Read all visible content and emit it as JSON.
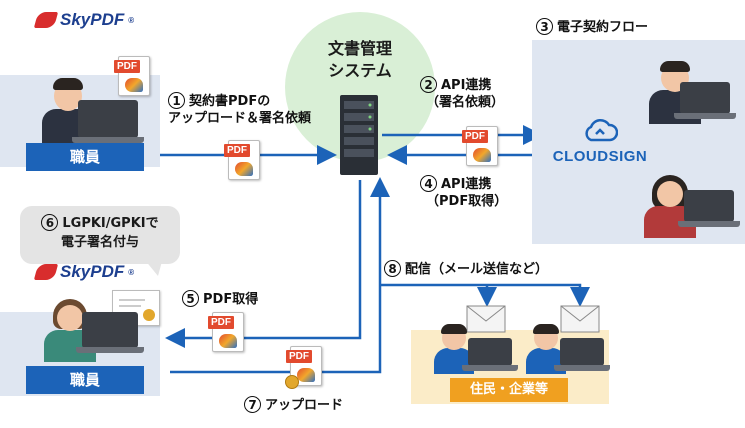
{
  "logo": {
    "name": "SkyPDF",
    "tm": "®"
  },
  "system": {
    "line1": "文書管理",
    "line2": "システム"
  },
  "steps": {
    "s1": {
      "num": "1",
      "line1": "契約書PDFの",
      "line2": "アップロード＆署名依頼"
    },
    "s2": {
      "num": "2",
      "line1": "API連携",
      "line2": "（署名依頼）"
    },
    "s3": {
      "num": "3",
      "line1": "電子契約フロー"
    },
    "s4": {
      "num": "4",
      "line1": "API連携",
      "line2": "（PDF取得）"
    },
    "s5": {
      "num": "5",
      "line1": "PDF取得"
    },
    "s6": {
      "num": "6",
      "line1": "LGPKI/GPKIで",
      "line2": "電子署名付与"
    },
    "s7": {
      "num": "7",
      "line1": "アップロード"
    },
    "s8": {
      "num": "8",
      "line1": "配信（メール送信など）"
    }
  },
  "roles": {
    "staff_top": "職員",
    "staff_bottom": "職員",
    "residents": "住民・企業等"
  },
  "cloudsign": "CLOUDSIGN",
  "pdf_tag": "PDF",
  "colors": {
    "accent": "#1c63b8",
    "panel": "#dfe6f1",
    "system_circle": "#d9efd6",
    "residents_panel": "#fbecc8"
  }
}
